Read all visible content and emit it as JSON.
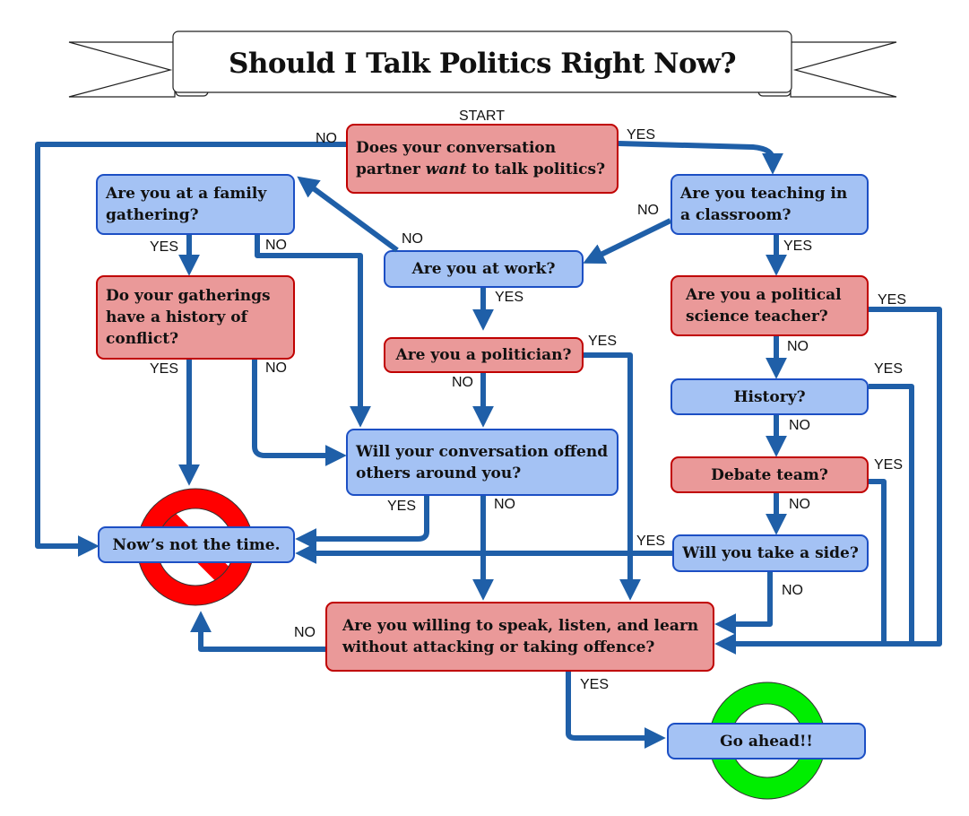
{
  "title": "Should I Talk Politics Right Now?",
  "start_label": "START",
  "nodes": {
    "q_want": {
      "pre": "Does your conversation partner ",
      "em": "want",
      "post": " to talk politics?"
    },
    "q_family": "Are you at a family gathering?",
    "q_teaching": "Are you teaching in a classroom?",
    "q_work": "Are you at work?",
    "q_gatherings": "Do your gatherings have a history of conflict?",
    "q_polsci": "Are you a political science teacher?",
    "q_politician": "Are you a politician?",
    "q_history": "History?",
    "q_offend": "Will your conversation offend others around you?",
    "q_debate": "Debate team?",
    "r_not_time": "Now’s not the time.",
    "q_side": "Will you take a side?",
    "q_willing": "Are you willing to speak, listen, and learn without attacking or taking offence?",
    "r_go": "Go ahead!!"
  },
  "edge_labels": {
    "want_no": "NO",
    "want_yes": "YES",
    "teaching_no": "NO",
    "teaching_yes": "YES",
    "family_yes": "YES",
    "family_no": "NO",
    "work_no": "NO",
    "work_yes": "YES",
    "polsci_yes": "YES",
    "polsci_no": "NO",
    "politician_yes": "YES",
    "politician_no": "NO",
    "gatherings_yes": "YES",
    "gatherings_no": "NO",
    "history_yes": "YES",
    "history_no": "NO",
    "debate_yes": "YES",
    "debate_no": "NO",
    "offend_yes": "YES",
    "offend_no": "NO",
    "side_yes": "YES",
    "side_no": "NO",
    "willing_no": "NO",
    "willing_yes": "YES"
  },
  "colors": {
    "red_fill": "#ea9999",
    "red_border": "#c00000",
    "blue_fill": "#a4c2f4",
    "blue_border": "#1c4fc4",
    "arrow": "#1f5fa8",
    "stop_sign": "#ff0000",
    "go_ring": "#00ee00"
  },
  "icons": {
    "stop": "no-entry-sign-icon",
    "go": "green-ring-icon"
  }
}
